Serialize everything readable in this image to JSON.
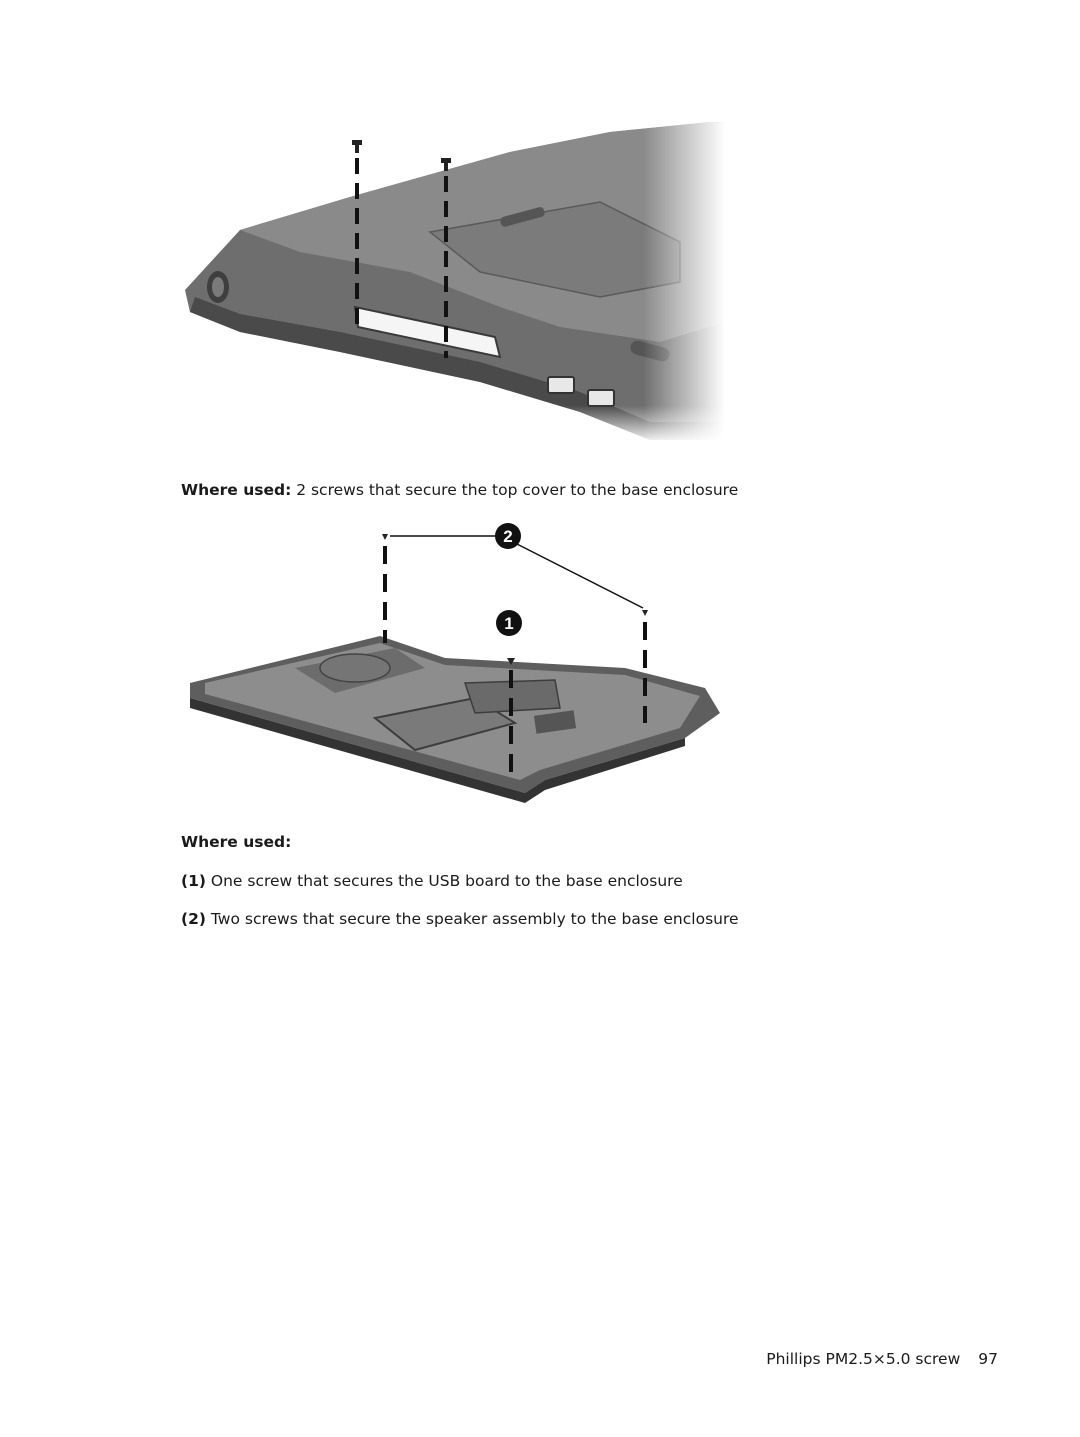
{
  "figure1": {
    "caption_label": "Where used:",
    "caption_text": " 2 screws that secure the top cover to the base enclosure"
  },
  "figure2": {
    "callouts": [
      "2",
      "1"
    ]
  },
  "where_used_heading": "Where used:",
  "items": [
    {
      "marker": "(1)",
      "text": " One screw that secures the USB board to the base enclosure"
    },
    {
      "marker": "(2)",
      "text": " Two screws that secure the speaker assembly to the base enclosure"
    }
  ],
  "footer": {
    "title": "Phillips PM2.5×5.0 screw",
    "page_number": "97"
  }
}
